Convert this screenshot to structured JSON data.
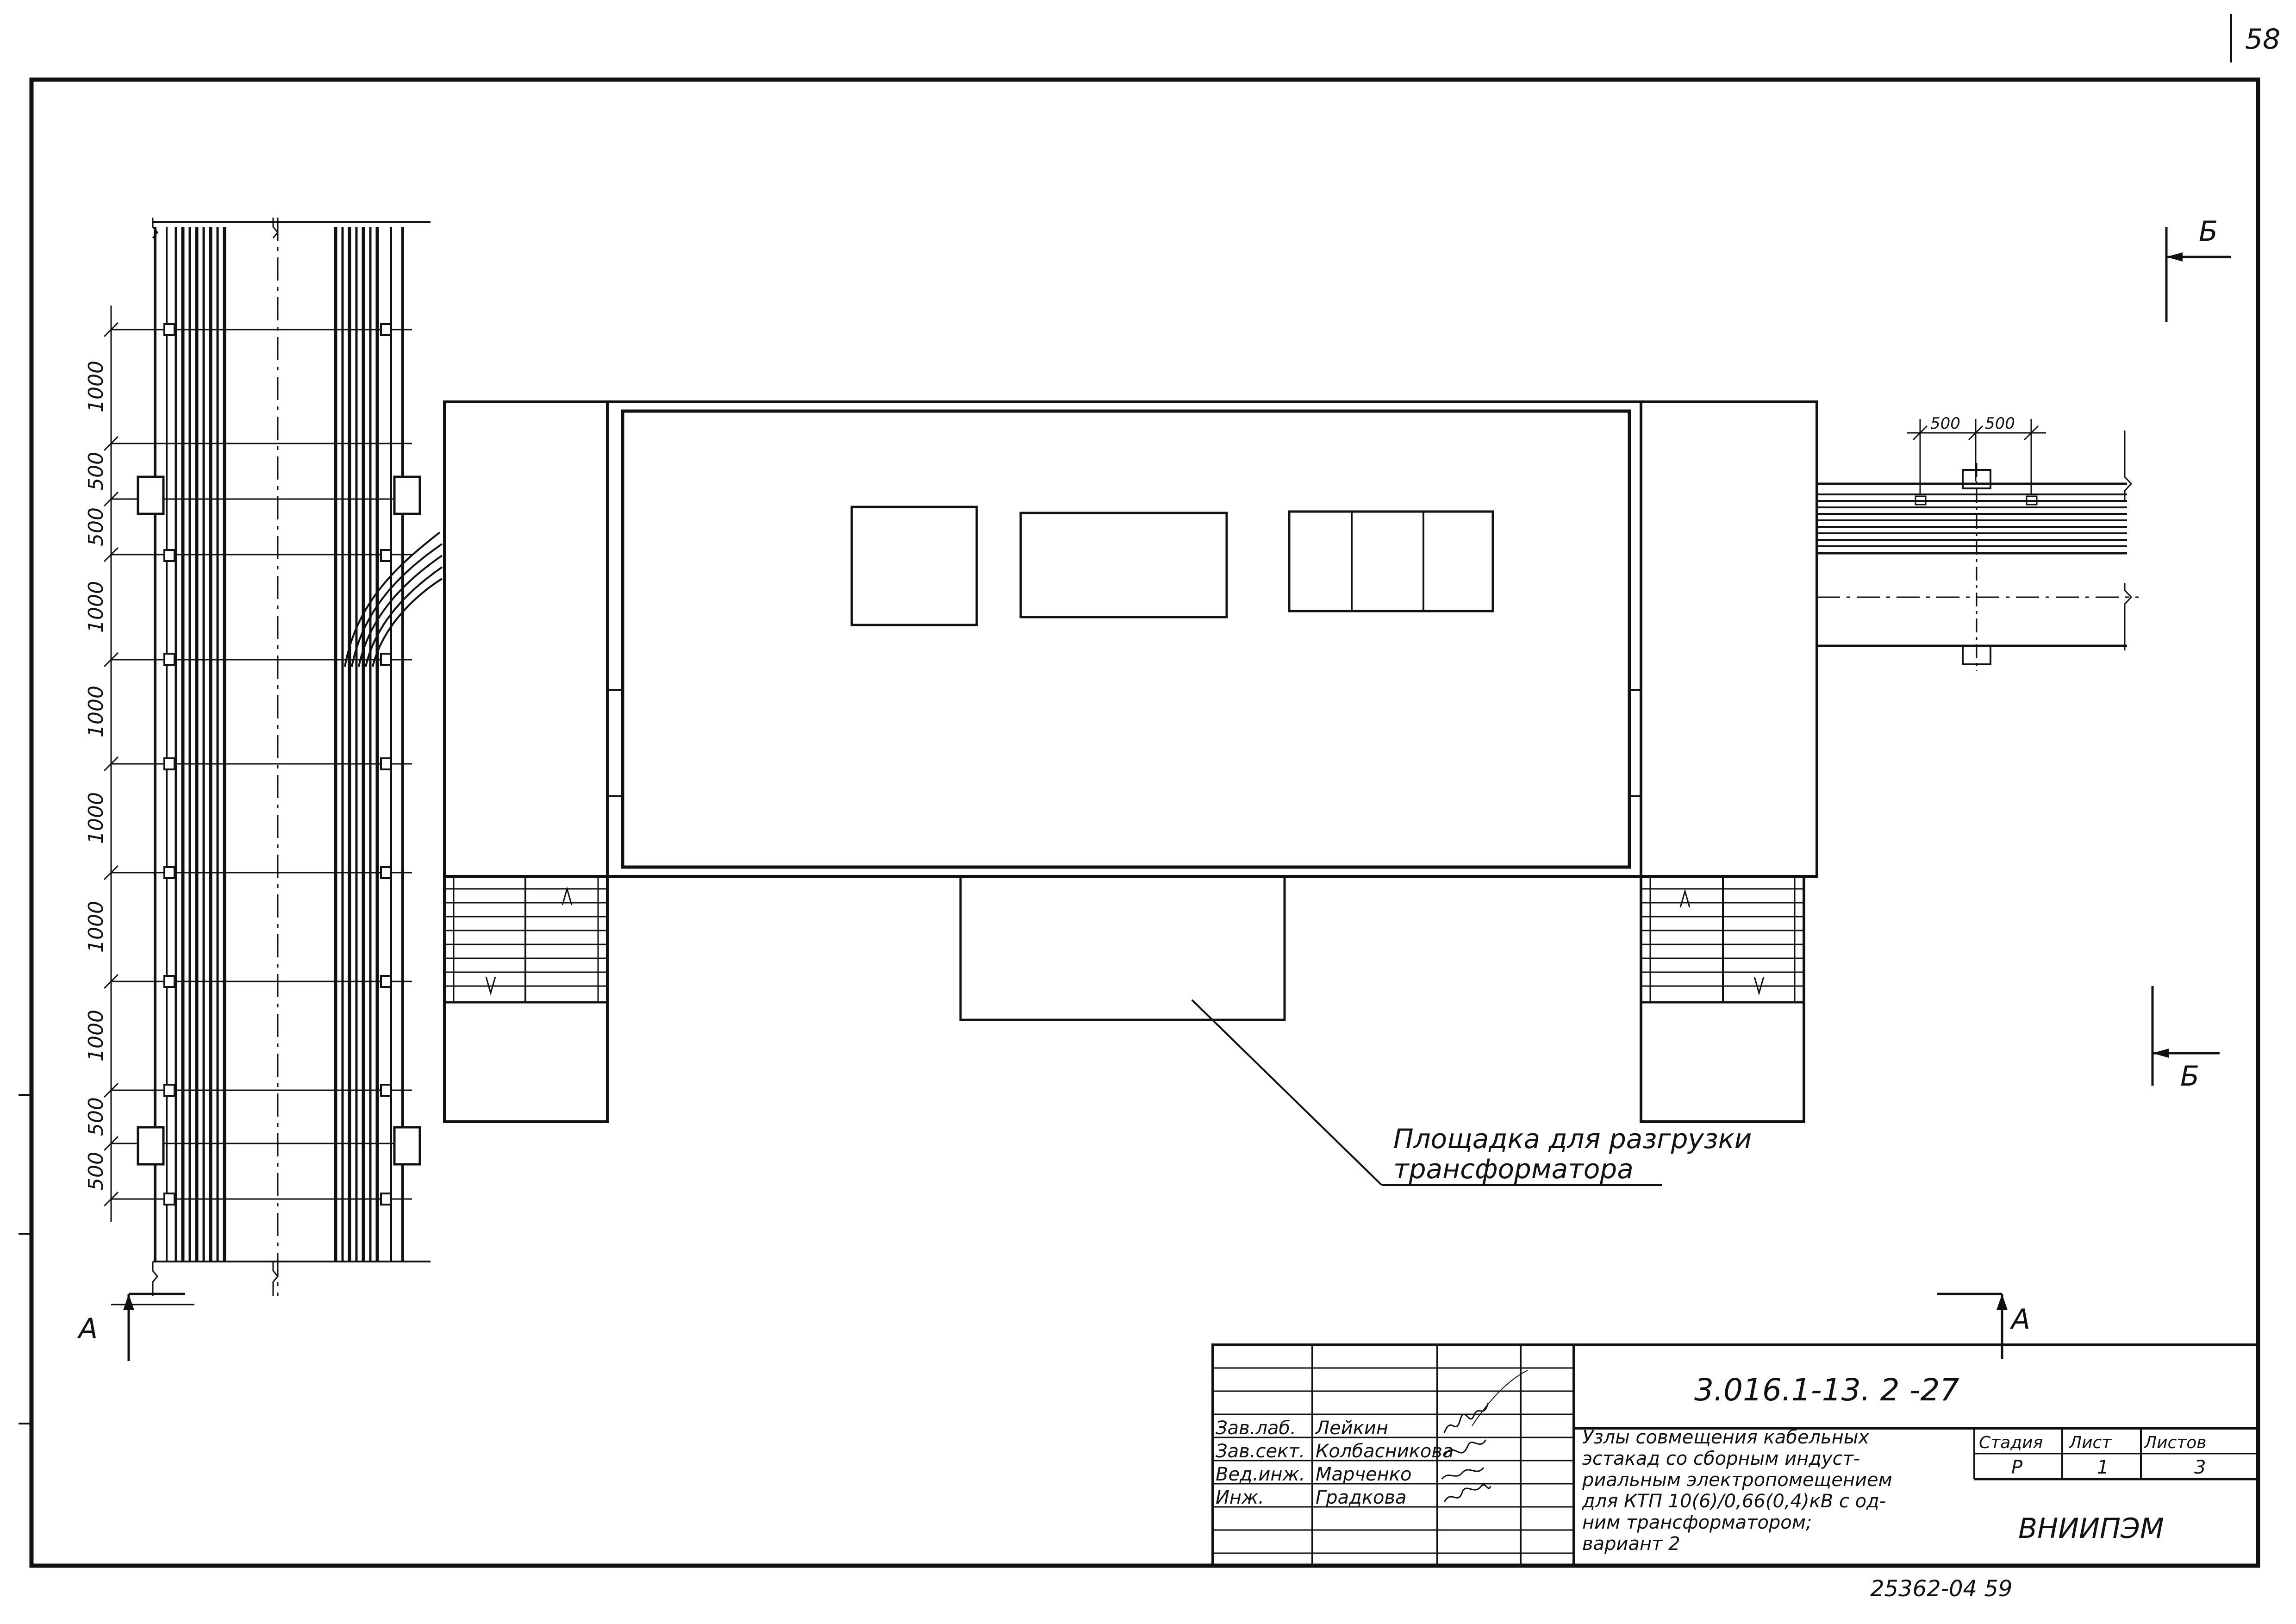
{
  "page_number": "58",
  "section_labels": {
    "a_left": "A",
    "a_right": "A",
    "b_top": "Б",
    "b_bottom": "Б"
  },
  "left_dimensions": [
    "1000",
    "500",
    "500",
    "1000",
    "1000",
    "1000",
    "1000",
    "1000",
    "500",
    "500"
  ],
  "right_dimensions": [
    "500",
    "500"
  ],
  "platform_label": {
    "line1": "Площадка для разгрузки",
    "line2": "трансформатора"
  },
  "title_block": {
    "code": "3.016.1-13. 2   -27",
    "roles": [
      "Зав.лаб.",
      "Зав.сект.",
      "Вед.инж.",
      "Инж."
    ],
    "names": [
      "Лейкин",
      "Колбасникова",
      "Марченко",
      "Градкова"
    ],
    "title_lines": [
      "Узлы совмещения кабельных",
      "эстакад со сборным индуст-",
      "риальным электропомещением",
      "для КТП 10(6)/0,66(0,4)кВ с од-",
      "ним трансформатором;",
      "вариант 2"
    ],
    "stage_header": "Стадия",
    "sheet_header": "Лист",
    "sheets_header": "Листов",
    "stage": "Р",
    "sheet": "1",
    "sheets": "3",
    "organization": "ВНИИПЭМ"
  },
  "footer_number": "25362-04   59"
}
